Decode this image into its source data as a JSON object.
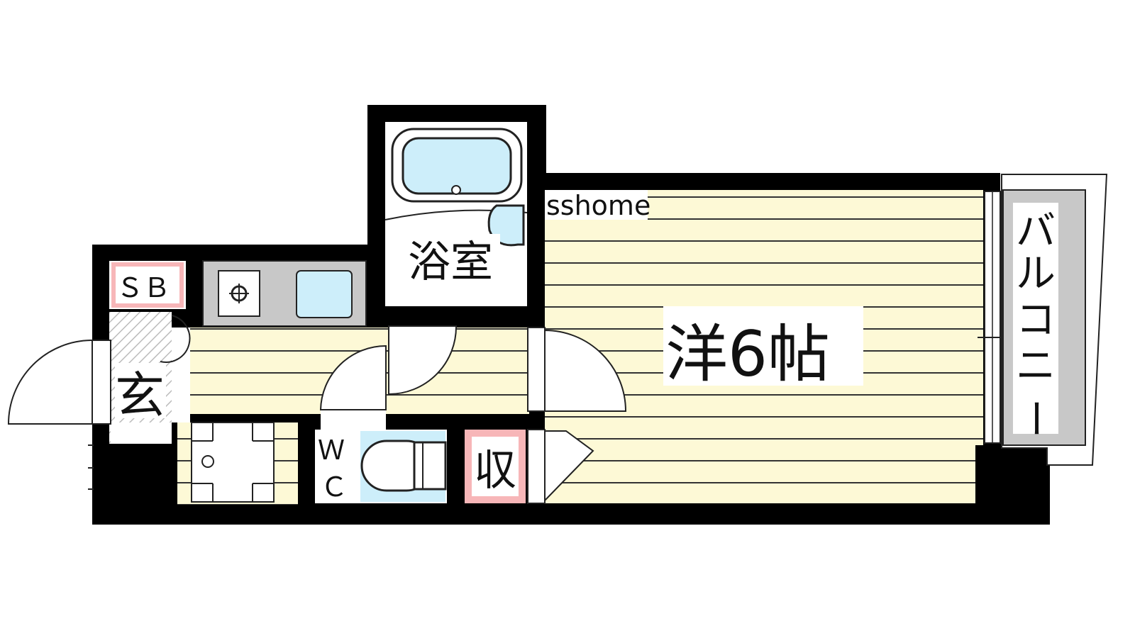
{
  "floorplan": {
    "watermark": "sshome",
    "rooms": {
      "western": "洋6帖",
      "bath": "浴室",
      "storage": "収",
      "shoe_box": "ＳＢ",
      "entrance": "玄",
      "toilet_line1": "Ｗ",
      "toilet_line2": "Ｃ",
      "balcony": [
        "バ",
        "ル",
        "コ",
        "ニ",
        "ー"
      ]
    },
    "colors": {
      "wall": "#000000",
      "floor": "#fdf9d6",
      "floor_line": "#333333",
      "water": "#cdeefa",
      "label_box": "#f7b6b8",
      "balcony": "#c8c8c8"
    }
  }
}
